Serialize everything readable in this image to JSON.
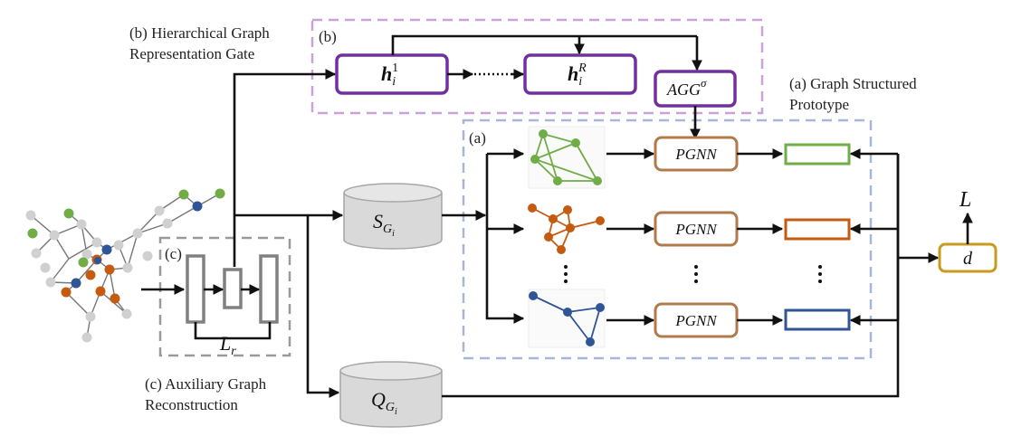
{
  "labels": {
    "b_title_line1": "(b) Hierarchical Graph",
    "b_title_line2": "Representation Gate",
    "b_box_tag": "(b)",
    "a_title_line1": "(a) Graph Structured",
    "a_title_line2": "Prototype",
    "a_box_tag": "(a)",
    "c_box_tag": "(c)",
    "c_title_line1": "(c) Auxiliary Graph",
    "c_title_line2": "Reconstruction"
  },
  "math": {
    "h1_base": "h",
    "h1_sub": "i",
    "h1_sup": "1",
    "hR_base": "h",
    "hR_sub": "i",
    "hR_sup": "R",
    "agg_base": "AGG",
    "agg_sup": "σ",
    "support_base": "S",
    "support_sub": "G",
    "support_subsub": "i",
    "query_base": "Q",
    "query_sub": "G",
    "query_subsub": "i",
    "loss_r_base": "L",
    "loss_r_sub": "r",
    "loss": "L",
    "distance": "d",
    "pgnn": [
      "PGNN",
      "PGNN",
      "PGNN"
    ]
  },
  "colors": {
    "purple": "#7030a0",
    "purple_dash": "#c9a2d9",
    "blue_dash": "#a7b7d6",
    "gray_dash": "#9a9a9a",
    "brown": "#b07a4a",
    "gold": "#c99a1c",
    "green": "#70ad47",
    "orange": "#c55a11",
    "blue": "#2f5597",
    "node_gray": "#d0d0d0"
  }
}
